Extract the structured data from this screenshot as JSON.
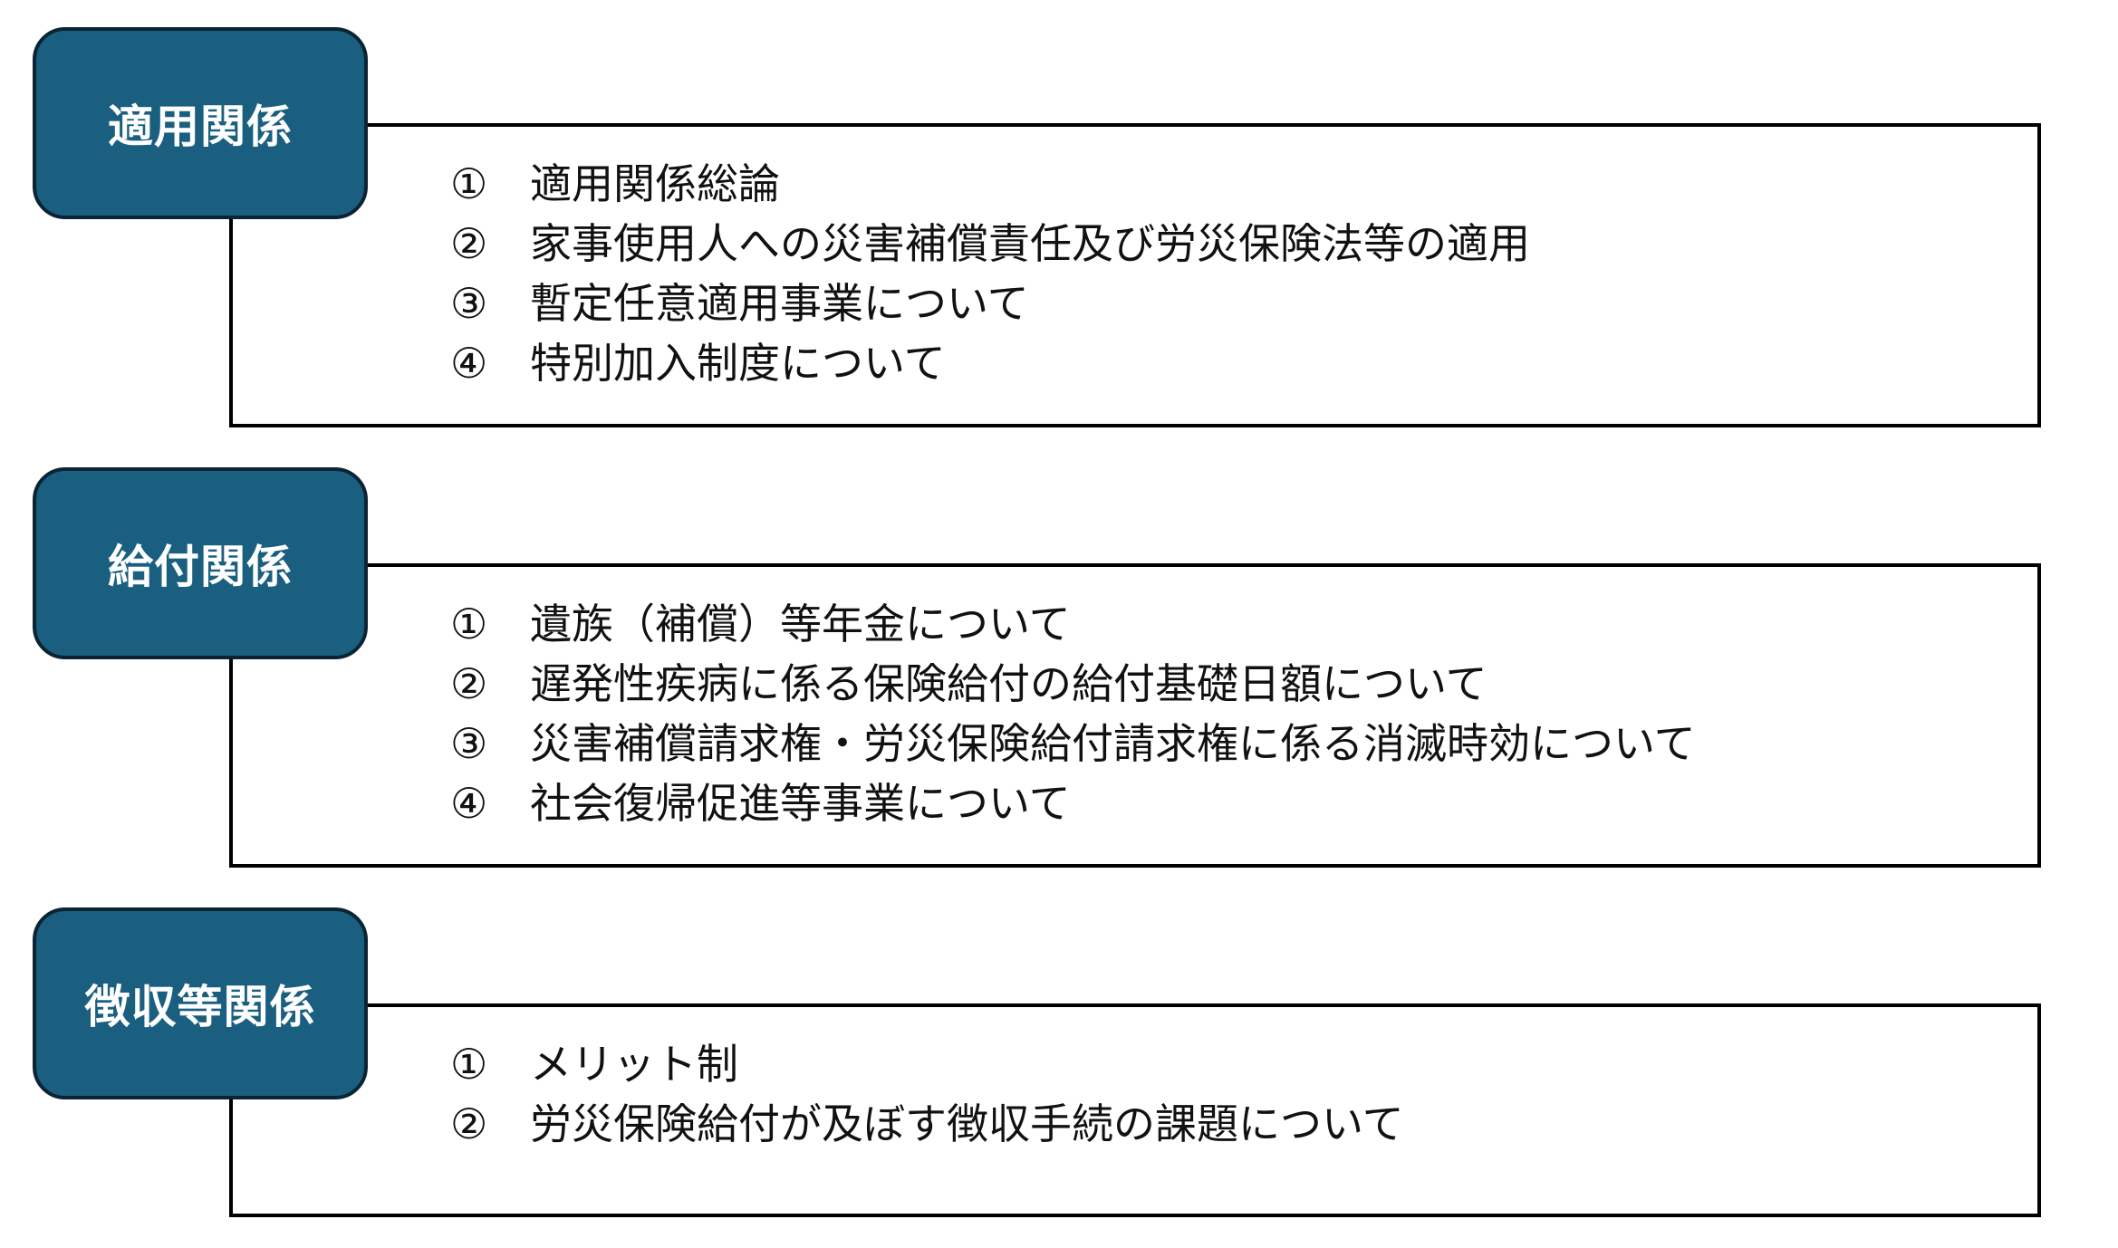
{
  "sections": [
    {
      "title": "適用関係",
      "items": [
        {
          "num": "①",
          "text": "適用関係総論"
        },
        {
          "num": "②",
          "text": "家事使用人への災害補償責任及び労災保険法等の適用"
        },
        {
          "num": "③",
          "text": "暫定任意適用事業について"
        },
        {
          "num": "④",
          "text": "特別加入制度について"
        }
      ]
    },
    {
      "title": "給付関係",
      "items": [
        {
          "num": "①",
          "text": "遺族（補償）等年金について"
        },
        {
          "num": "②",
          "text": "遅発性疾病に係る保険給付の給付基礎日額について"
        },
        {
          "num": "③",
          "text": "災害補償請求権・労災保険給付請求権に係る消滅時効について"
        },
        {
          "num": "④",
          "text": "社会復帰促進等事業について"
        }
      ]
    },
    {
      "title": "徴収等関係",
      "items": [
        {
          "num": "①",
          "text": "メリット制"
        },
        {
          "num": "②",
          "text": "労災保険給付が及ぼす徴収手続の課題について"
        }
      ]
    }
  ],
  "colors": {
    "label_bg": "#1a5f80",
    "label_border": "#0b2433"
  }
}
